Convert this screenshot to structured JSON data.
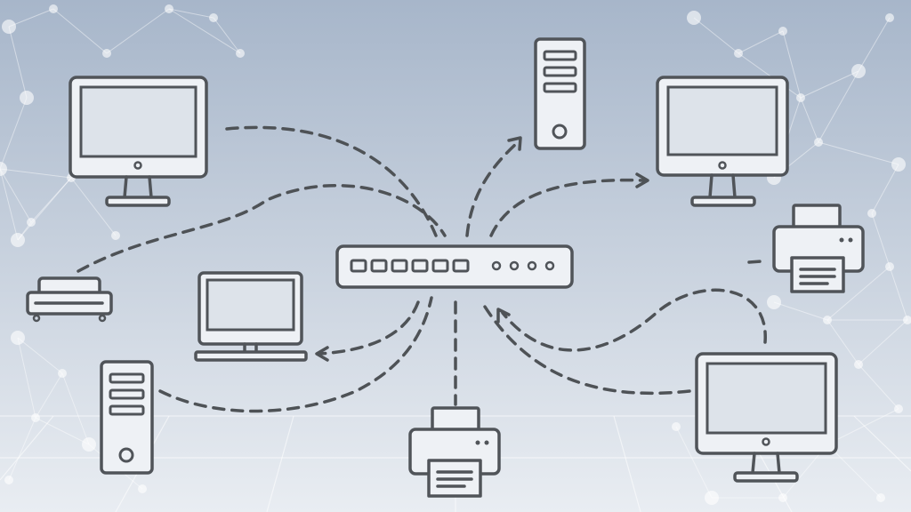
{
  "colors": {
    "background_top": "#a7b6ca",
    "background_bottom": "#e9edf2",
    "device_fill": "#eef1f5",
    "outline": "#505459",
    "connection": "#4e5256"
  },
  "devices": [
    {
      "type": "monitor",
      "id": "monitor-top-left"
    },
    {
      "type": "tower",
      "id": "tower-top"
    },
    {
      "type": "monitor",
      "id": "monitor-top-right"
    },
    {
      "type": "printer",
      "id": "printer-right"
    },
    {
      "type": "router",
      "id": "router-left"
    },
    {
      "type": "monitor-keyboard",
      "id": "workstation-middle-left"
    },
    {
      "type": "switch",
      "id": "network-switch"
    },
    {
      "type": "tower",
      "id": "tower-bottom-left"
    },
    {
      "type": "printer",
      "id": "printer-bottom"
    },
    {
      "type": "monitor",
      "id": "monitor-bottom-right"
    }
  ]
}
